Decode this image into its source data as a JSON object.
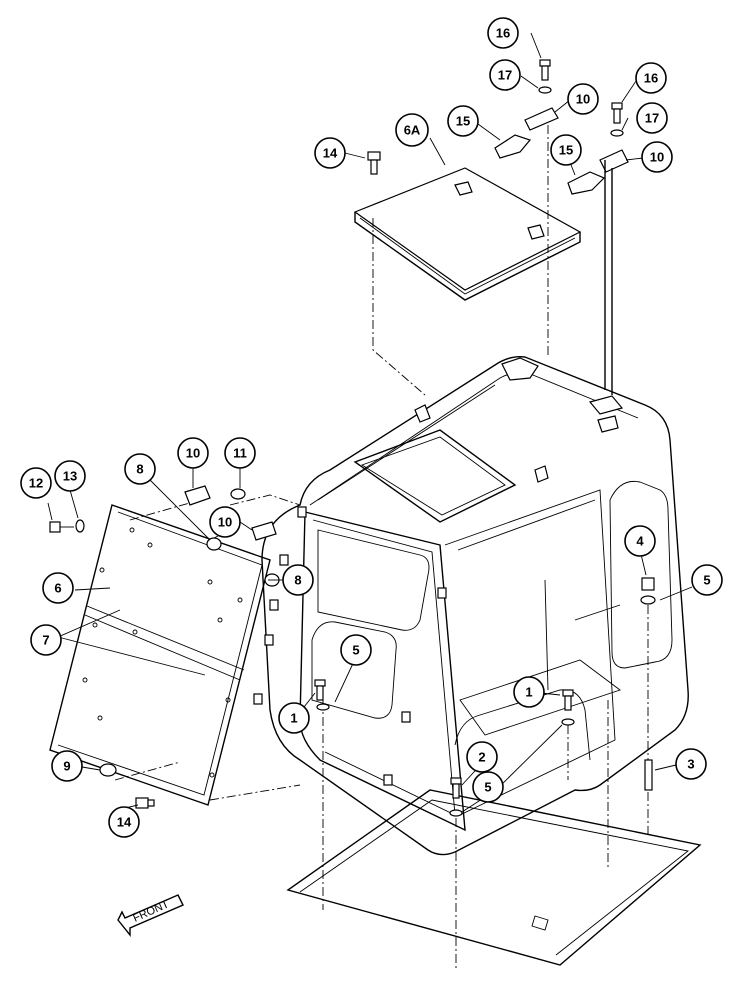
{
  "callouts": {
    "c1a": "1",
    "c1b": "1",
    "c2": "2",
    "c3": "3",
    "c4": "4",
    "c5a": "5",
    "c5b": "5",
    "c5c": "5",
    "c6": "6",
    "c6a": "6A",
    "c7": "7",
    "c8a": "8",
    "c8b": "8",
    "c9": "9",
    "c10a": "10",
    "c10b": "10",
    "c10c": "10",
    "c10d": "10",
    "c11": "11",
    "c12": "12",
    "c13": "13",
    "c14a": "14",
    "c14b": "14",
    "c15a": "15",
    "c15b": "15",
    "c16a": "16",
    "c16b": "16",
    "c17a": "17",
    "c17b": "17"
  },
  "front_label": "FRONT"
}
